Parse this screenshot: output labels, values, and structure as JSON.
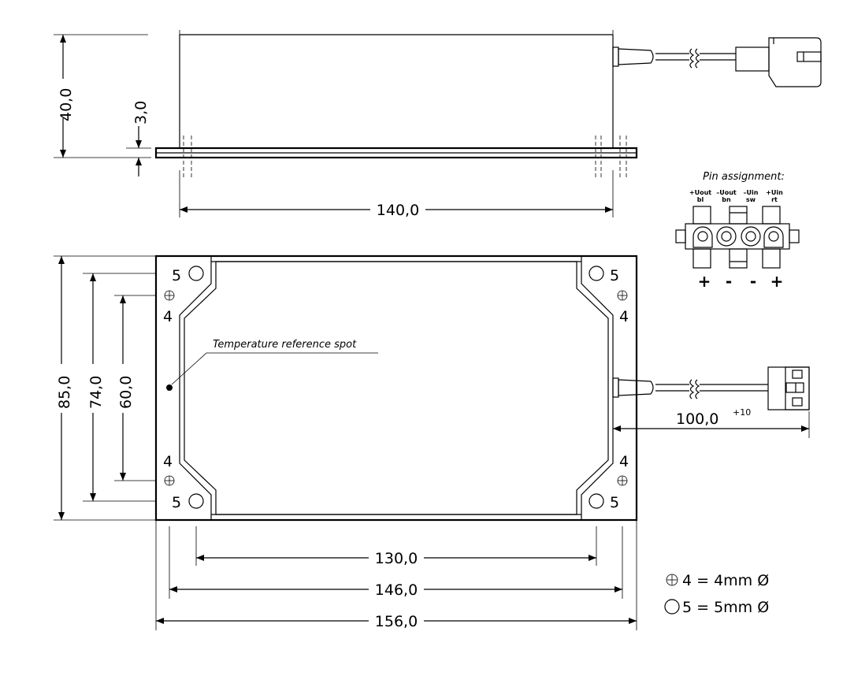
{
  "side_view": {
    "dim_height": "40,0",
    "dim_flange": "3,0",
    "dim_length": "140,0"
  },
  "pin_assignment": {
    "title": "Pin assignment:",
    "pins": [
      {
        "name": "+Uout",
        "color": "bl",
        "sign": "+"
      },
      {
        "name": "–Uout",
        "color": "bn",
        "sign": "-"
      },
      {
        "name": "–Uin",
        "color": "sw",
        "sign": "-"
      },
      {
        "name": "+Uin",
        "color": "rt",
        "sign": "+"
      }
    ]
  },
  "top_view": {
    "dim_85": "85,0",
    "dim_74": "74,0",
    "dim_60": "60,0",
    "dim_130": "130,0",
    "dim_146": "146,0",
    "dim_156": "156,0",
    "dim_cable": "100,0",
    "dim_cable_tol": "+10",
    "temperature_label": "Temperature reference spot",
    "hole_labels": {
      "tl5": "5",
      "tr5": "5",
      "bl5": "5",
      "br5": "5",
      "tl4": "4",
      "tr4": "4",
      "bl4": "4",
      "br4": "4"
    }
  },
  "legend": {
    "hole4": "4 = 4mm Ø",
    "hole5": "5 = 5mm Ø"
  }
}
